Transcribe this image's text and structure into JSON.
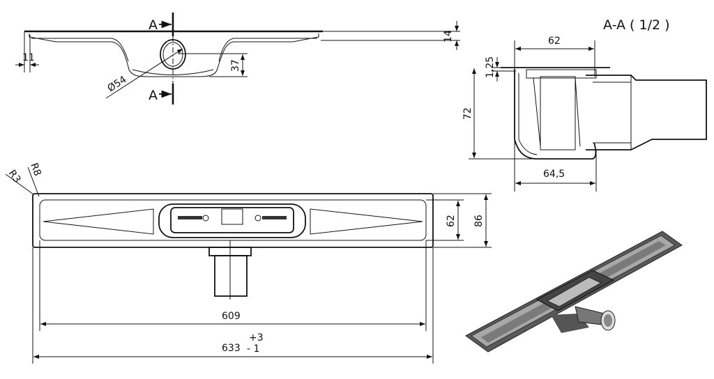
{
  "side_view": {
    "section_mark_top": "A",
    "section_mark_bottom": "A",
    "dim_flange_width": "11",
    "dim_diameter": "Ø54",
    "dim_outlet_height": "37",
    "dim_flange_thickness": "14"
  },
  "section_view": {
    "title": "A-A ( 1/2 )",
    "dim_top_width": "62",
    "dim_flange": "1,25",
    "dim_height": "72",
    "dim_bottom_width": "64,5"
  },
  "plan_view": {
    "dim_radius_small": "R3",
    "dim_radius_large": "R8",
    "dim_inner_width": "62",
    "dim_outer_width": "86",
    "dim_inner_length": "609",
    "dim_outer_length": "633",
    "tolerance_plus": "+3",
    "tolerance_minus": "- 1"
  },
  "colors": {
    "line": "#111111",
    "render_body": "#5a5a5a",
    "render_light": "#a8a8a8"
  }
}
